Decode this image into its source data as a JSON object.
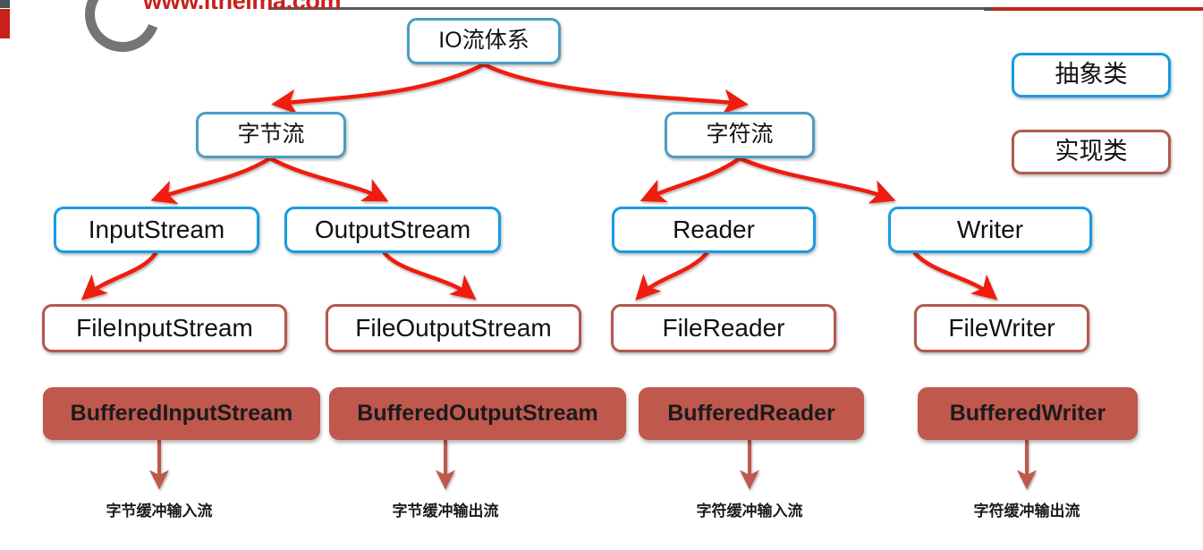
{
  "watermark": {
    "url_text": "www.itheima.com",
    "logo_name": "itheima-ring-logo",
    "red": "#c8201a",
    "gray": "#6d6e71"
  },
  "colors": {
    "abstract_border": "#189cdf",
    "root_border": "#4a9ec4",
    "impl_border": "#b4584d",
    "buffered_fill": "#c0584e",
    "arrow_red": "#f01a0a",
    "arrow_brown": "#c0584e",
    "text": "#111111",
    "header_rule": "#595959",
    "header_rule_red": "#c0261c"
  },
  "legend": {
    "abstract": "抽象类",
    "implementation": "实现类"
  },
  "diagram": {
    "title": "IO流体系",
    "level2": [
      {
        "label": "字节流"
      },
      {
        "label": "字符流"
      }
    ],
    "level3": [
      {
        "label": "InputStream"
      },
      {
        "label": "OutputStream"
      },
      {
        "label": "Reader"
      },
      {
        "label": "Writer"
      }
    ],
    "level4": [
      {
        "label": "FileInputStream"
      },
      {
        "label": "FileOutputStream"
      },
      {
        "label": "FileReader"
      },
      {
        "label": "FileWriter"
      }
    ],
    "level5": [
      {
        "label": "BufferedInputStream"
      },
      {
        "label": "BufferedOutputStream"
      },
      {
        "label": "BufferedReader"
      },
      {
        "label": "BufferedWriter"
      }
    ],
    "captions": [
      {
        "label": "字节缓冲输入流"
      },
      {
        "label": "字节缓冲输出流"
      },
      {
        "label": "字符缓冲输入流"
      },
      {
        "label": "字符缓冲输出流"
      }
    ]
  }
}
